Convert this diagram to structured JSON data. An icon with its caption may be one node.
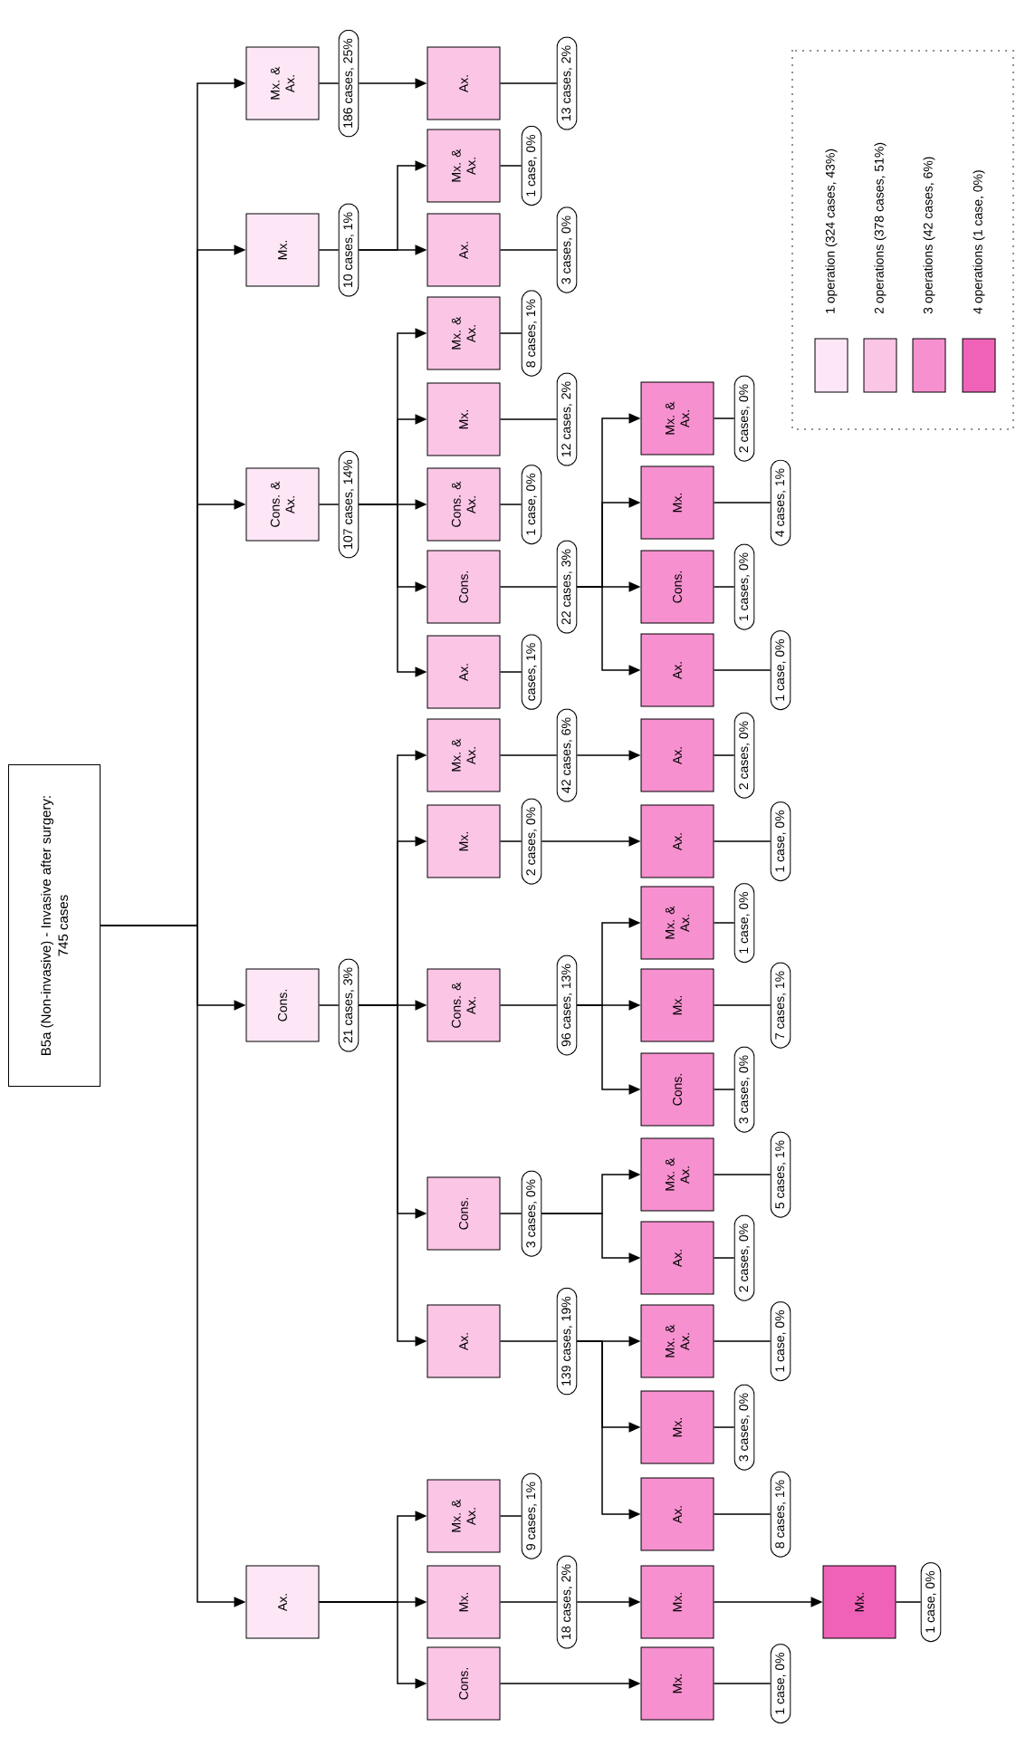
{
  "diagram": {
    "nodes": [
      {
        "text": [
          "B5a (Non-invasive) - Invasive after surgery: 745 cases"
        ]
      },
      {
        "text": [
          "Ax."
        ]
      },
      {
        "text": [
          "Cons."
        ]
      },
      {
        "text": [
          "Mx."
        ]
      },
      {
        "text": [
          "Mx."
        ]
      },
      {
        "text": [
          "Mx."
        ]
      },
      {
        "text": [
          "Mx."
        ]
      },
      {
        "text": [
          "Mx. & Ax."
        ]
      },
      {
        "text": [
          "Cons."
        ]
      },
      {
        "text": [
          "Ax."
        ]
      },
      {
        "text": [
          "Ax."
        ]
      },
      {
        "text": [
          "Mx."
        ]
      },
      {
        "text": [
          "Mx. & Ax."
        ]
      },
      {
        "text": [
          "Cons."
        ]
      },
      {
        "text": [
          "Ax."
        ]
      },
      {
        "text": [
          "Mx. & Ax."
        ]
      },
      {
        "text": [
          "Cons. & Ax."
        ]
      },
      {
        "text": [
          "Cons."
        ]
      },
      {
        "text": [
          "Mx."
        ]
      },
      {
        "text": [
          "Mx. & Ax."
        ]
      },
      {
        "text": [
          "Mx."
        ]
      },
      {
        "text": [
          "Ax."
        ]
      },
      {
        "text": [
          "Mx. & Ax."
        ]
      },
      {
        "text": [
          "Ax."
        ]
      },
      {
        "text": [
          "Cons. & Ax."
        ]
      },
      {
        "text": [
          "Ax."
        ]
      },
      {
        "text": [
          "Cons."
        ]
      },
      {
        "text": [
          "Ax."
        ]
      },
      {
        "text": [
          "Cons."
        ]
      },
      {
        "text": [
          "Mx."
        ]
      },
      {
        "text": [
          "Mx. & Ax."
        ]
      },
      {
        "text": [
          "Cons. & Ax."
        ]
      },
      {
        "text": [
          "Mx."
        ]
      },
      {
        "text": [
          "Mx. & Ax."
        ]
      },
      {
        "text": [
          "Mx."
        ]
      },
      {
        "text": [
          "Ax."
        ]
      },
      {
        "text": [
          "Mx. & Ax."
        ]
      },
      {
        "text": [
          "Mx. & Ax."
        ]
      },
      {
        "text": [
          "Ax."
        ]
      },
      {
        "text": [
          "1 case, 0%"
        ]
      },
      {
        "text": [
          "1 case, 0%"
        ]
      },
      {
        "text": [
          "9 cases, 1%"
        ]
      },
      {
        "text": [
          "8 cases, 1%"
        ]
      },
      {
        "text": [
          "3 cases, 0%"
        ]
      },
      {
        "text": [
          "1 case, 0%"
        ]
      },
      {
        "text": [
          "2 cases, 0%"
        ]
      },
      {
        "text": [
          "5 cases, 1%"
        ]
      },
      {
        "text": [
          "3 cases, 0%"
        ]
      },
      {
        "text": [
          "7 cases, 1%"
        ]
      },
      {
        "text": [
          "1 case, 0%"
        ]
      },
      {
        "text": [
          "1 case, 0%"
        ]
      },
      {
        "text": [
          "2 cases, 0%"
        ]
      },
      {
        "text": [
          "cases, 1%"
        ]
      },
      {
        "text": [
          "1 case, 0%"
        ]
      },
      {
        "text": [
          "1 cases, 0%"
        ]
      },
      {
        "text": [
          "4 cases, 1%"
        ]
      },
      {
        "text": [
          "2 cases, 0%"
        ]
      },
      {
        "text": [
          "1 case, 0%"
        ]
      },
      {
        "text": [
          "12 cases, 2%"
        ]
      },
      {
        "text": [
          "8 cases, 1%"
        ]
      },
      {
        "text": [
          "3 cases, 0%"
        ]
      },
      {
        "text": [
          "1 case, 0%"
        ]
      },
      {
        "text": [
          "13 cases, 2%"
        ]
      },
      {
        "text": [
          "18 cases, 2%"
        ]
      },
      {
        "text": [
          "21 cases, 3%"
        ]
      },
      {
        "text": [
          "139 cases, 19%"
        ]
      },
      {
        "text": [
          "3 cases, 0%"
        ]
      },
      {
        "text": [
          "96 cases, 13%"
        ]
      },
      {
        "text": [
          "2 cases, 0%"
        ]
      },
      {
        "text": [
          "42 cases, 6%"
        ]
      },
      {
        "text": [
          "107 cases, 14%"
        ]
      },
      {
        "text": [
          "22 cases, 3%"
        ]
      },
      {
        "text": [
          "10 cases, 1%"
        ]
      },
      {
        "text": [
          "186 cases, 25%"
        ]
      }
    ],
    "edges": [
      {
        "from": 0,
        "to": 1,
        "arrow": "to"
      },
      {
        "from": 1,
        "to": 2,
        "arrow": "to"
      },
      {
        "from": 2,
        "to": 3,
        "arrow": "to"
      },
      {
        "from": 1,
        "to": 4,
        "arrow": "to"
      },
      {
        "from": 4,
        "to": 63,
        "arrow": "none"
      },
      {
        "from": 63,
        "to": 5,
        "arrow": "to"
      },
      {
        "from": 5,
        "to": 6,
        "arrow": "to"
      },
      {
        "from": 1,
        "to": 7,
        "arrow": "to"
      },
      {
        "from": 0,
        "to": 8,
        "arrow": "to"
      },
      {
        "from": 8,
        "to": 64,
        "arrow": "none"
      },
      {
        "from": 64,
        "to": 9,
        "arrow": "to"
      },
      {
        "from": 9,
        "to": 65,
        "arrow": "none"
      },
      {
        "from": 65,
        "to": 10,
        "arrow": "to"
      },
      {
        "from": 65,
        "to": 11,
        "arrow": "to"
      },
      {
        "from": 65,
        "to": 12,
        "arrow": "to"
      },
      {
        "from": 64,
        "to": 13,
        "arrow": "to"
      },
      {
        "from": 13,
        "to": 66,
        "arrow": "none"
      },
      {
        "from": 66,
        "to": 14,
        "arrow": "to"
      },
      {
        "from": 66,
        "to": 15,
        "arrow": "to"
      },
      {
        "from": 64,
        "to": 16,
        "arrow": "to"
      },
      {
        "from": 16,
        "to": 67,
        "arrow": "none"
      },
      {
        "from": 67,
        "to": 17,
        "arrow": "to"
      },
      {
        "from": 67,
        "to": 18,
        "arrow": "to"
      },
      {
        "from": 67,
        "to": 19,
        "arrow": "to"
      },
      {
        "from": 64,
        "to": 20,
        "arrow": "to"
      },
      {
        "from": 20,
        "to": 68,
        "arrow": "none"
      },
      {
        "from": 68,
        "to": 21,
        "arrow": "to"
      },
      {
        "from": 64,
        "to": 22,
        "arrow": "to"
      },
      {
        "from": 22,
        "to": 69,
        "arrow": "none"
      },
      {
        "from": 69,
        "to": 23,
        "arrow": "to"
      },
      {
        "from": 0,
        "to": 24,
        "arrow": "to"
      },
      {
        "from": 24,
        "to": 70,
        "arrow": "none"
      },
      {
        "from": 70,
        "to": 25,
        "arrow": "to"
      },
      {
        "from": 70,
        "to": 26,
        "arrow": "to"
      },
      {
        "from": 26,
        "to": 71,
        "arrow": "none"
      },
      {
        "from": 71,
        "to": 27,
        "arrow": "to"
      },
      {
        "from": 71,
        "to": 28,
        "arrow": "to"
      },
      {
        "from": 71,
        "to": 29,
        "arrow": "to"
      },
      {
        "from": 71,
        "to": 30,
        "arrow": "to"
      },
      {
        "from": 70,
        "to": 31,
        "arrow": "to"
      },
      {
        "from": 70,
        "to": 32,
        "arrow": "to"
      },
      {
        "from": 70,
        "to": 33,
        "arrow": "to"
      },
      {
        "from": 0,
        "to": 34,
        "arrow": "to"
      },
      {
        "from": 34,
        "to": 72,
        "arrow": "none"
      },
      {
        "from": 72,
        "to": 35,
        "arrow": "to"
      },
      {
        "from": 72,
        "to": 36,
        "arrow": "to"
      },
      {
        "from": 0,
        "to": 37,
        "arrow": "to"
      },
      {
        "from": 37,
        "to": 73,
        "arrow": "none"
      },
      {
        "from": 73,
        "to": 38,
        "arrow": "to"
      },
      {
        "from": 3,
        "to": 39,
        "arrow": "none"
      },
      {
        "from": 6,
        "to": 40,
        "arrow": "none"
      },
      {
        "from": 7,
        "to": 41,
        "arrow": "none"
      },
      {
        "from": 10,
        "to": 42,
        "arrow": "none"
      },
      {
        "from": 11,
        "to": 43,
        "arrow": "none"
      },
      {
        "from": 12,
        "to": 44,
        "arrow": "none"
      },
      {
        "from": 14,
        "to": 45,
        "arrow": "none"
      },
      {
        "from": 15,
        "to": 46,
        "arrow": "none"
      },
      {
        "from": 17,
        "to": 47,
        "arrow": "none"
      },
      {
        "from": 18,
        "to": 48,
        "arrow": "none"
      },
      {
        "from": 19,
        "to": 49,
        "arrow": "none"
      },
      {
        "from": 21,
        "to": 50,
        "arrow": "none"
      },
      {
        "from": 23,
        "to": 51,
        "arrow": "none"
      },
      {
        "from": 25,
        "to": 52,
        "arrow": "none"
      },
      {
        "from": 27,
        "to": 53,
        "arrow": "none"
      },
      {
        "from": 28,
        "to": 54,
        "arrow": "none"
      },
      {
        "from": 29,
        "to": 55,
        "arrow": "none"
      },
      {
        "from": 30,
        "to": 56,
        "arrow": "none"
      },
      {
        "from": 31,
        "to": 57,
        "arrow": "none"
      },
      {
        "from": 32,
        "to": 58,
        "arrow": "none"
      },
      {
        "from": 33,
        "to": 59,
        "arrow": "none"
      },
      {
        "from": 35,
        "to": 60,
        "arrow": "none"
      },
      {
        "from": 36,
        "to": 61,
        "arrow": "none"
      },
      {
        "from": 38,
        "to": 62,
        "arrow": "none"
      }
    ],
    "legend": [
      {
        "text": "1 operation (324 cases, 43%)",
        "color": "#fde6f6"
      },
      {
        "text": "2 operations (378 cases, 51%)",
        "color": "#fbc5e6"
      },
      {
        "text": "3 operations (42 cases, 6%)",
        "color": "#f690cf"
      },
      {
        "text": "4 operations (1 case, 0%)",
        "color": "#f062b8"
      }
    ]
  }
}
